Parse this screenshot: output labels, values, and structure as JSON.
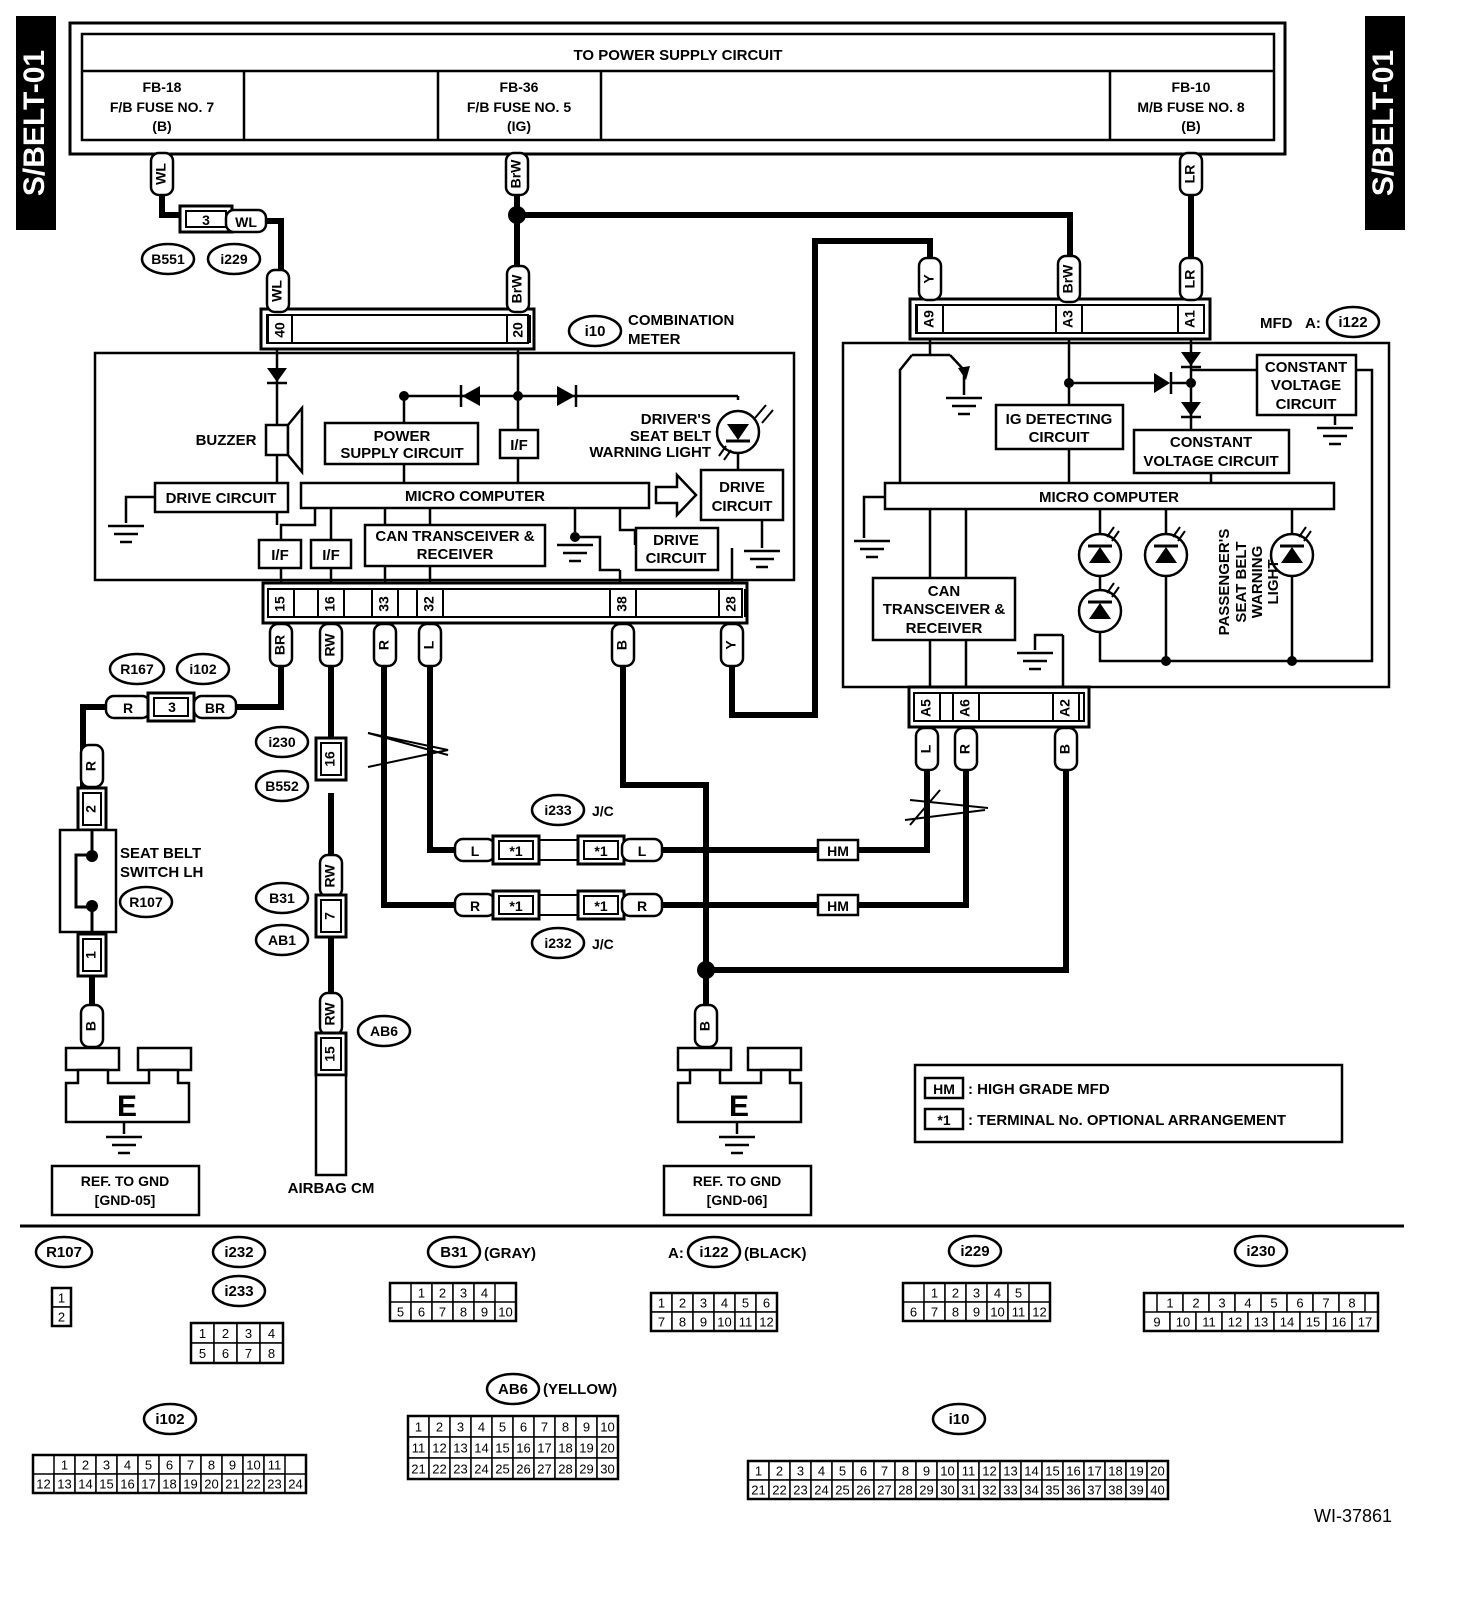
{
  "side_label": "S/BELT-01",
  "footer_id": "WI-37861",
  "power": {
    "title": "TO POWER SUPPLY CIRCUIT",
    "fuses": [
      {
        "id": "FB-18",
        "name": "F/B FUSE NO. 7",
        "supply": "(B)"
      },
      {
        "id": "FB-36",
        "name": "F/B FUSE NO. 5",
        "supply": "(IG)"
      },
      {
        "id": "FB-10",
        "name": "M/B FUSE NO. 8",
        "supply": "(B)"
      }
    ]
  },
  "combination_meter": {
    "connector": "i10",
    "name_1": "COMBINATION",
    "name_2": "METER",
    "buzzer": "BUZZER",
    "power_supply_1": "POWER",
    "power_supply_2": "SUPPLY CIRCUIT",
    "if_label": "I/F",
    "drive_circuit": "DRIVE CIRCUIT",
    "drive_1": "DRIVE",
    "drive_2": "CIRCUIT",
    "micro": "MICRO COMPUTER",
    "can_1": "CAN TRANSCEIVER &",
    "can_2": "RECEIVER",
    "light_1": "DRIVER'S",
    "light_2": "SEAT BELT",
    "light_3": "WARNING LIGHT",
    "top_pins": [
      "40",
      "20"
    ],
    "bottom_pins": [
      "15",
      "16",
      "33",
      "32",
      "38",
      "28"
    ]
  },
  "mfd": {
    "label": "MFD",
    "prefix": "A:",
    "connector": "i122",
    "top_pins": [
      "A9",
      "A3",
      "A1"
    ],
    "bottom_pins": [
      "A5",
      "A6",
      "A2"
    ],
    "ig_1": "IG DETECTING",
    "ig_2": "CIRCUIT",
    "cvc_a_1": "CONSTANT",
    "cvc_a_2": "VOLTAGE",
    "cvc_a_3": "CIRCUIT",
    "cvc_b_1": "CONSTANT",
    "cvc_b_2": "VOLTAGE CIRCUIT",
    "micro": "MICRO COMPUTER",
    "can_1": "CAN",
    "can_2": "TRANSCEIVER &",
    "can_3": "RECEIVER",
    "passenger_1": "PASSENGER'S",
    "passenger_2": "SEAT BELT",
    "passenger_3": "WARNING",
    "passenger_4": "LIGHT"
  },
  "wires": {
    "wl": "WL",
    "brw": "BrW",
    "lr": "LR",
    "y": "Y",
    "br": "BR",
    "rw": "RW",
    "r": "R",
    "l": "L",
    "b": "B",
    "hm": "HM",
    "star1": "*1",
    "pin3": "3",
    "pin2": "2",
    "pin1": "1",
    "pin16": "16",
    "pin7": "7",
    "pin15": "15"
  },
  "connectors": {
    "b551": "B551",
    "i229": "i229",
    "r167": "R167",
    "i102": "i102",
    "i230": "i230",
    "b552": "B552",
    "b31": "B31",
    "ab1": "AB1",
    "ab6": "AB6",
    "i233": "i233",
    "i232": "i232",
    "jc": "J/C",
    "r107": "R107"
  },
  "seat_belt_switch_1": "SEAT BELT",
  "seat_belt_switch_2": "SWITCH LH",
  "airbag_cm": "AIRBAG CM",
  "ground_e": "E",
  "gnd1": {
    "line1": "REF. TO GND",
    "line2": "[GND-05]"
  },
  "gnd2": {
    "line1": "REF. TO GND",
    "line2": "[GND-06]"
  },
  "legend": {
    "hm_key": "HM",
    "hm_text": ": HIGH GRADE MFD",
    "star_key": "*1",
    "star_text": ": TERMINAL No. OPTIONAL ARRANGEMENT"
  },
  "faces": {
    "r107": {
      "name": "R107",
      "color": "",
      "rows": [
        [
          "1"
        ],
        [
          "2"
        ]
      ]
    },
    "i232": {
      "name": "i232",
      "color": "",
      "rows": []
    },
    "i233": {
      "name": "i233",
      "color": "",
      "rows": [
        [
          "1",
          "2",
          "3",
          "4"
        ],
        [
          "5",
          "6",
          "7",
          "8"
        ]
      ]
    },
    "b31": {
      "name": "B31",
      "color": "(GRAY)",
      "rows": [
        [
          "1",
          "2",
          "3",
          "4"
        ],
        [
          "5",
          "6",
          "7",
          "8",
          "9",
          "10"
        ]
      ]
    },
    "i122": {
      "name": "i122",
      "prefix": "A:",
      "color": "(BLACK)",
      "rows": [
        [
          "1",
          "2",
          "3",
          "4",
          "5",
          "6"
        ],
        [
          "7",
          "8",
          "9",
          "10",
          "11",
          "12"
        ]
      ]
    },
    "i229": {
      "name": "i229",
      "color": "",
      "rows": [
        [
          "1",
          "2",
          "3",
          "4",
          "5"
        ],
        [
          "6",
          "7",
          "8",
          "9",
          "10",
          "11",
          "12"
        ]
      ]
    },
    "i230": {
      "name": "i230",
      "color": "",
      "rows": [
        [
          "1",
          "2",
          "3",
          "4",
          "5",
          "6",
          "7",
          "8"
        ],
        [
          "9",
          "10",
          "11",
          "12",
          "13",
          "14",
          "15",
          "16",
          "17"
        ]
      ]
    },
    "i102": {
      "name": "i102",
      "color": "",
      "rows": [
        [
          "1",
          "2",
          "3",
          "4",
          "5",
          "6",
          "7",
          "8",
          "9",
          "10",
          "11"
        ],
        [
          "12",
          "13",
          "14",
          "15",
          "16",
          "17",
          "18",
          "19",
          "20",
          "21",
          "22",
          "23",
          "24"
        ]
      ]
    },
    "ab6": {
      "name": "AB6",
      "color": "(YELLOW)",
      "rows": [
        [
          "1",
          "2",
          "3",
          "4",
          "5",
          "6",
          "7",
          "8",
          "9",
          "10"
        ],
        [
          "11",
          "12",
          "13",
          "14",
          "15",
          "16",
          "17",
          "18",
          "19",
          "20"
        ],
        [
          "21",
          "22",
          "23",
          "24",
          "25",
          "26",
          "27",
          "28",
          "29",
          "30"
        ]
      ]
    },
    "i10": {
      "name": "i10",
      "color": "",
      "rows": [
        [
          "1",
          "2",
          "3",
          "4",
          "5",
          "6",
          "7",
          "8",
          "9",
          "10",
          "11",
          "12",
          "13",
          "14",
          "15",
          "16",
          "17",
          "18",
          "19",
          "20"
        ],
        [
          "21",
          "22",
          "23",
          "24",
          "25",
          "26",
          "27",
          "28",
          "29",
          "30",
          "31",
          "32",
          "33",
          "34",
          "35",
          "36",
          "37",
          "38",
          "39",
          "40"
        ]
      ]
    }
  }
}
